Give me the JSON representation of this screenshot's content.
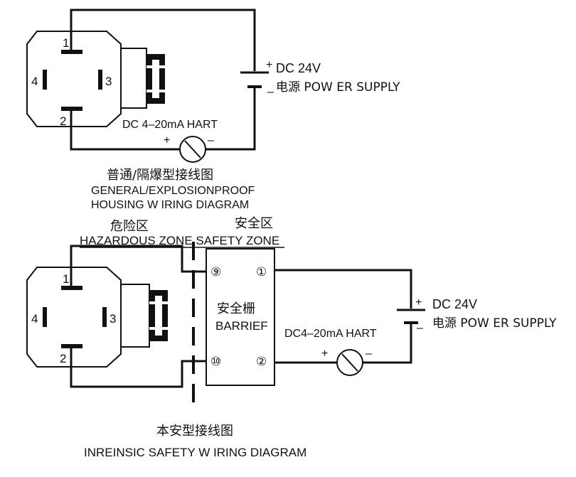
{
  "top": {
    "pin_1": "1",
    "pin_2": "2",
    "pin_3": "3",
    "pin_4": "4",
    "supply_plus": "+",
    "supply_minus": "–",
    "supply_label": "DC 24V",
    "supply_label_2": "电源 POW ER SUPPLY",
    "signal_label": "DC 4–20mA HART",
    "meter_plus": "+",
    "meter_minus": "–",
    "caption_cn": "普通/隔爆型接线图",
    "caption_en_1": "GENERAL/EXPLOSIONPROOF",
    "caption_en_2": "HOUSING W IRING DIAGRAM"
  },
  "bottom": {
    "hazard_cn": "危险区",
    "safe_cn": "安全区",
    "zone_en": "HAZARDOUS ZONE SAFETY ZONE",
    "pin_1": "1",
    "pin_2": "2",
    "pin_3": "3",
    "pin_4": "4",
    "barrier_cn": "安全栅",
    "barrier_en": "BARRIEF",
    "term_9": "⑨",
    "term_10": "⑩",
    "term_1": "①",
    "term_2": "②",
    "signal_label": "DC4–20mA HART",
    "meter_plus": "+",
    "meter_minus": "–",
    "supply_plus": "+",
    "supply_minus": "–",
    "supply_label": "DC 24V",
    "supply_label_2": "电源 POW ER SUPPLY",
    "caption_cn": "本安型接线图",
    "caption_en": "INREINSIC SAFETY W IRING DIAGRAM"
  }
}
